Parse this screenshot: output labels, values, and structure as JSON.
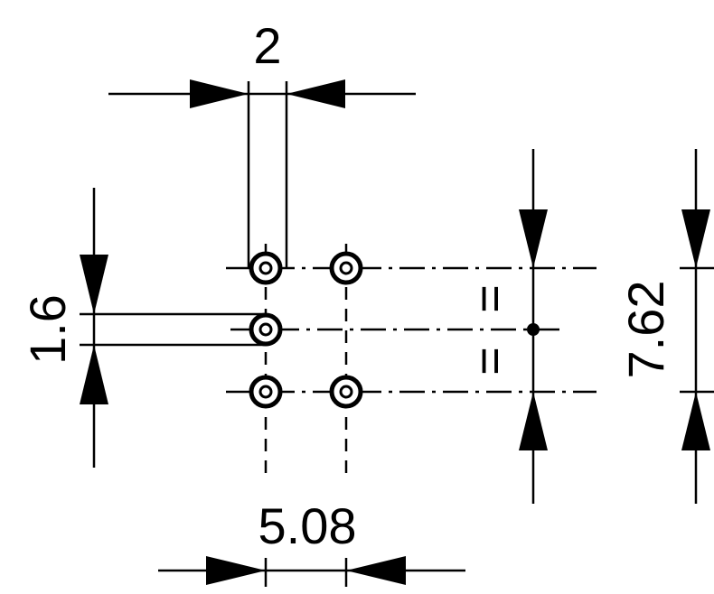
{
  "dimensions": {
    "pin_width": "2",
    "pitch_horizontal": "5.08",
    "offset_vertical": "1.6",
    "pitch_vertical": "7.62"
  },
  "symbols": {
    "equal_upper": "=",
    "equal_lower": "="
  },
  "colors": {
    "line": "#000000",
    "background": "#ffffff"
  }
}
